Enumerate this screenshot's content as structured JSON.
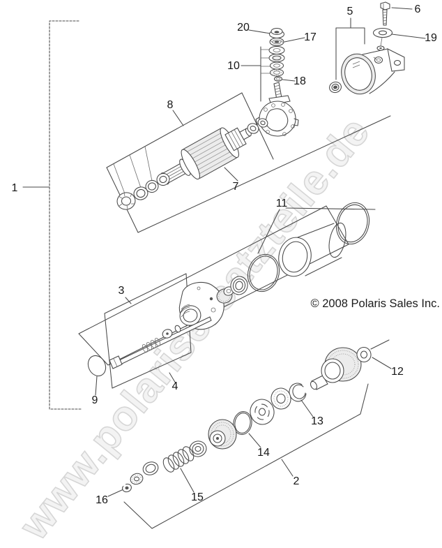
{
  "diagram": {
    "watermark": "www.polarisersatzteile.de",
    "copyright": "© 2008 Polaris Sales Inc."
  },
  "callouts": {
    "1": "1",
    "2": "2",
    "3": "3",
    "4": "4",
    "5": "5",
    "6": "6",
    "7": "7",
    "8": "8",
    "9": "9",
    "10": "10",
    "11": "11",
    "12": "12",
    "13": "13",
    "14": "14",
    "15": "15",
    "16": "16",
    "17": "17",
    "18": "18",
    "19": "19",
    "20": "20"
  }
}
